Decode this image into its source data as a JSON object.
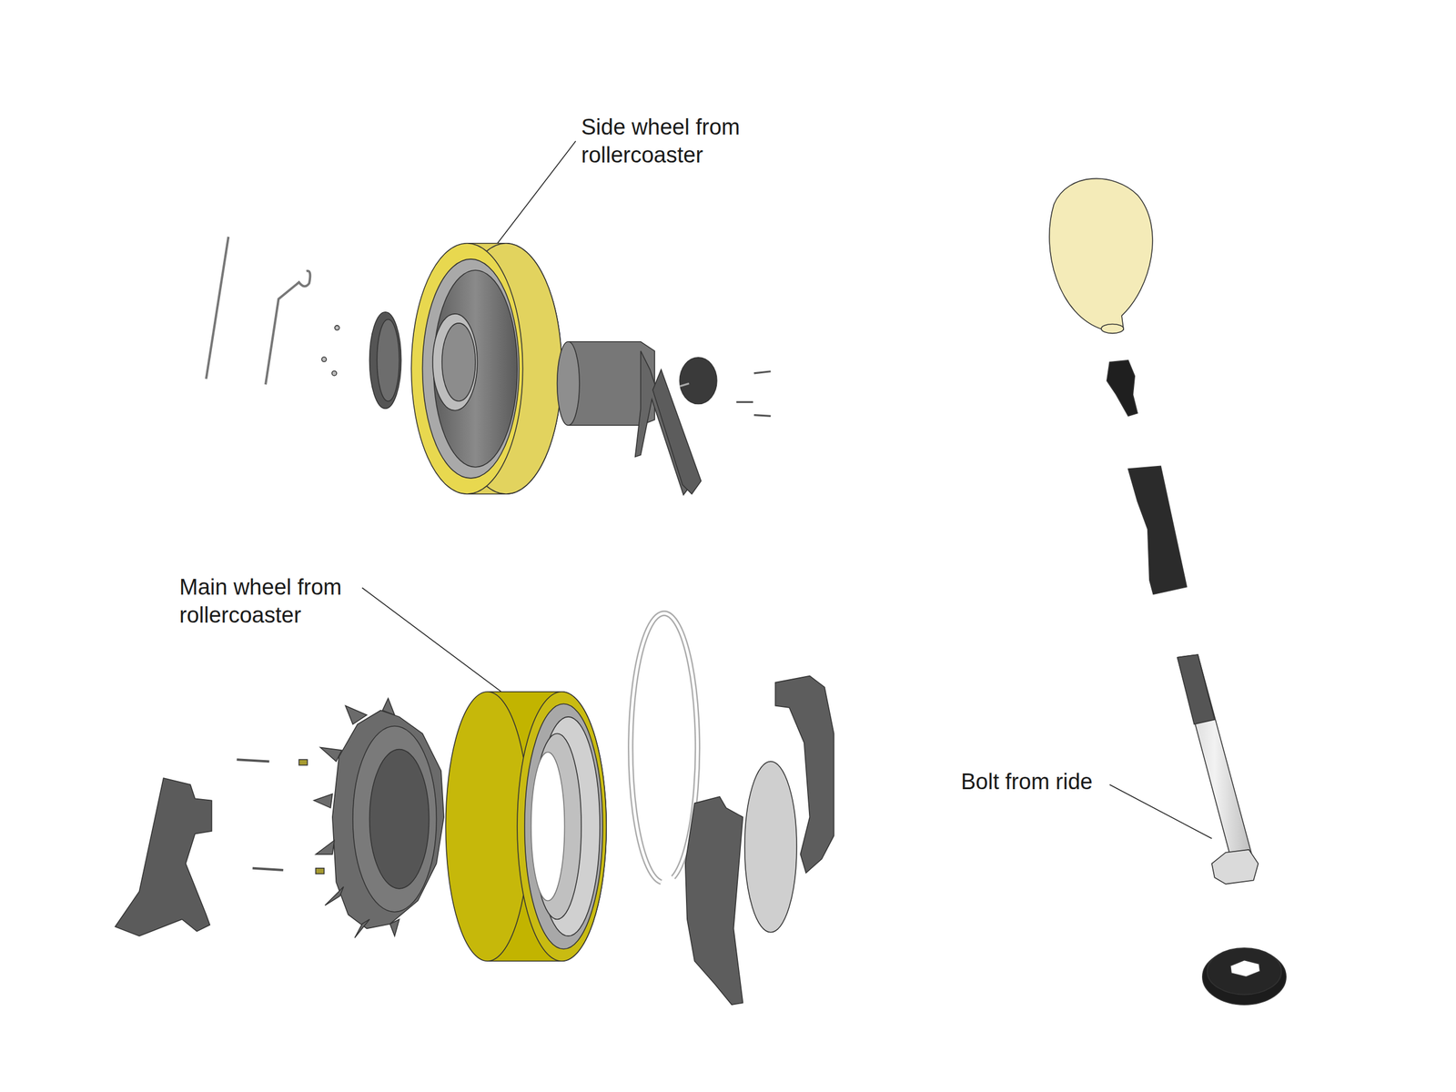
{
  "diagram": {
    "labels": [
      "Side wheel from rollercoaster",
      "Main wheel from rollercoaster",
      "Bolt from ride"
    ]
  }
}
